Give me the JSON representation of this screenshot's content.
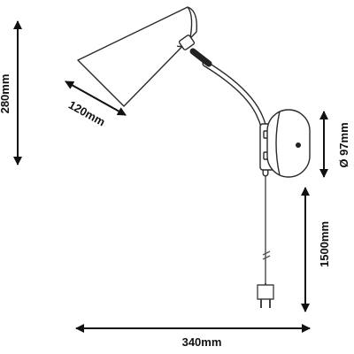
{
  "colors": {
    "line": "#111111",
    "outline": "#2a2a2a",
    "fill": "#ffffff",
    "cable": "#555555"
  },
  "dimensions": {
    "height": "280mm",
    "shade_diameter": "120mm",
    "base_diameter": "Ø 97mm",
    "cable_length": "1500mm",
    "total_depth": "340mm"
  }
}
